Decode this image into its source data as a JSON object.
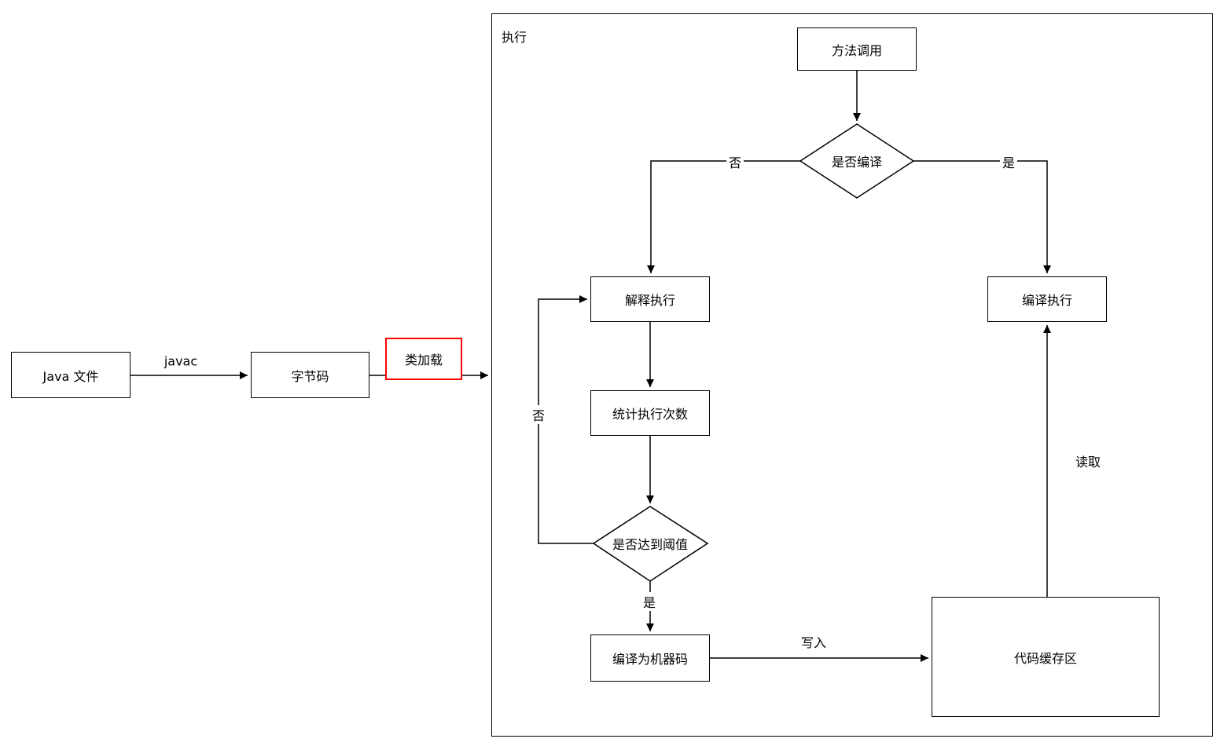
{
  "diagram": {
    "colors": {
      "line": "#000000",
      "highlight": "#ff0000",
      "background": "#ffffff"
    },
    "group": {
      "label": "执行"
    },
    "nodes": {
      "java_file": {
        "label": "Java 文件"
      },
      "bytecode": {
        "label": "字节码"
      },
      "class_load": {
        "label": "类加载"
      },
      "method_call": {
        "label": "方法调用"
      },
      "is_compile": {
        "label": "是否编译"
      },
      "interpret_exec": {
        "label": "解释执行"
      },
      "compile_exec": {
        "label": "编译执行"
      },
      "count_exec": {
        "label": "统计执行次数"
      },
      "reach_threshold": {
        "label": "是否达到阈值"
      },
      "compile_machine": {
        "label": "编译为机器码"
      },
      "code_cache": {
        "label": "代码缓存区"
      }
    },
    "edge_labels": {
      "javac": {
        "label": "javac"
      },
      "compile_no": {
        "label": "否"
      },
      "compile_yes": {
        "label": "是"
      },
      "threshold_no": {
        "label": "否"
      },
      "threshold_yes": {
        "label": "是"
      },
      "write": {
        "label": "写入"
      },
      "read": {
        "label": "读取"
      }
    }
  }
}
